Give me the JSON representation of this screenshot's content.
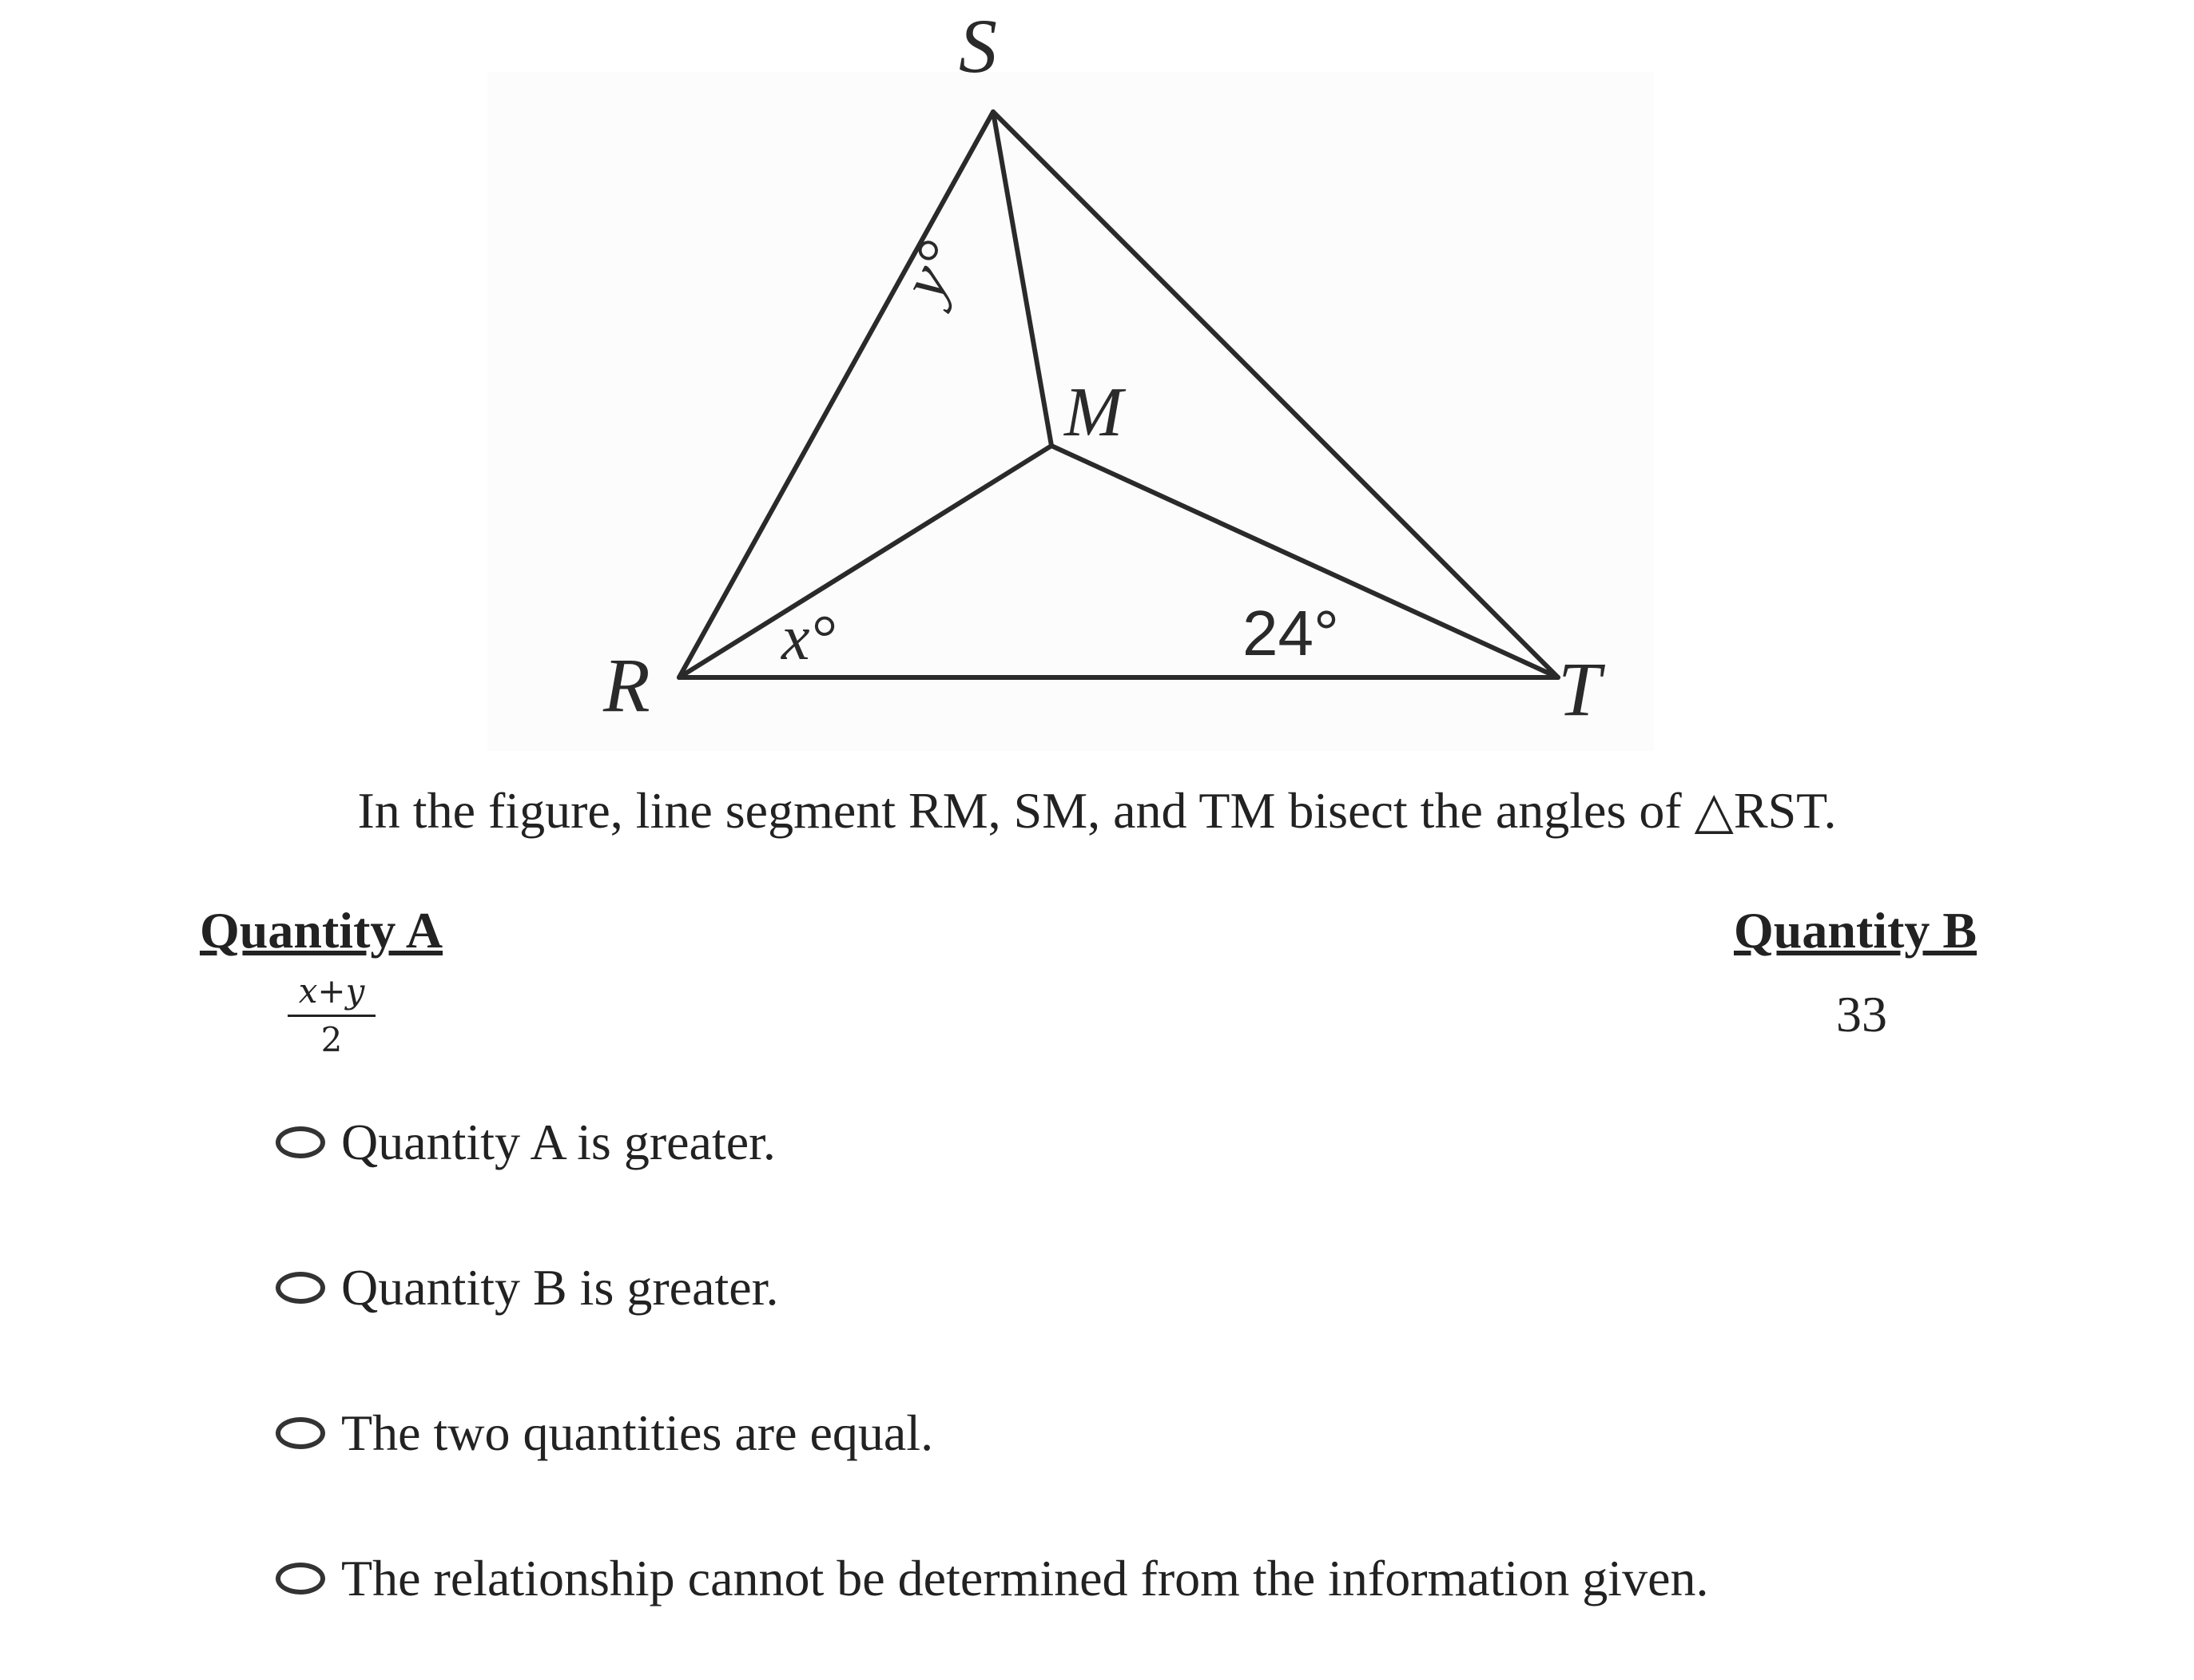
{
  "figure": {
    "vertices": {
      "S": "S",
      "R": "R",
      "T": "T",
      "M": "M"
    },
    "angles": {
      "y": "y°",
      "x": "x°",
      "t": "24°"
    }
  },
  "prompt": "In the figure, line segment RM, SM, and TM bisect the angles of △RST.",
  "quantity_a": {
    "heading": "Quantity A",
    "numerator": "x+y",
    "denominator": "2"
  },
  "quantity_b": {
    "heading": "Quantity B",
    "value": "33"
  },
  "options": [
    "Quantity A is greater.",
    "Quantity B is greater.",
    "The two quantities are equal.",
    "The relationship cannot be determined from the information given."
  ]
}
